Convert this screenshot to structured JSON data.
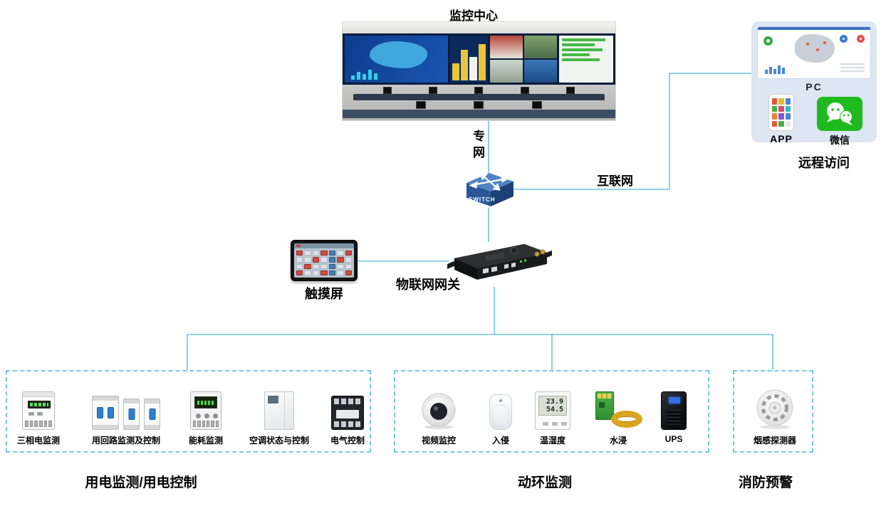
{
  "palette": {
    "line_color": "#6cc6d8",
    "card_bg": "#dde6f3",
    "wechat_green": "#1fba1f"
  },
  "monitoring_center": {
    "label": "监控中心"
  },
  "remote_access": {
    "pc_label": "PC",
    "app_label": "APP",
    "wechat_label": "微信",
    "caption": "远程访问"
  },
  "network": {
    "private_network_label": "专网",
    "internet_label": "互联网",
    "switch_label": "SWITCH"
  },
  "gateway": {
    "label": "物联网网关"
  },
  "touchscreen": {
    "label": "触摸屏"
  },
  "groups": [
    {
      "title": "用电监测/用电控制",
      "devices": [
        {
          "label": "三相电监测"
        },
        {
          "label": "用回路监测及控制"
        },
        {
          "label": "能耗监测"
        },
        {
          "label": "空调状态与控制"
        },
        {
          "label": "电气控制"
        }
      ]
    },
    {
      "title": "动环监测",
      "devices": [
        {
          "label": "视频监控"
        },
        {
          "label": "入侵"
        },
        {
          "label": "温湿度",
          "lcd_top": "23.9",
          "lcd_bottom": "54.5"
        },
        {
          "label": "水浸"
        },
        {
          "label": "UPS"
        }
      ]
    },
    {
      "title": "消防预警",
      "devices": [
        {
          "label": "烟感探测器"
        }
      ]
    }
  ]
}
